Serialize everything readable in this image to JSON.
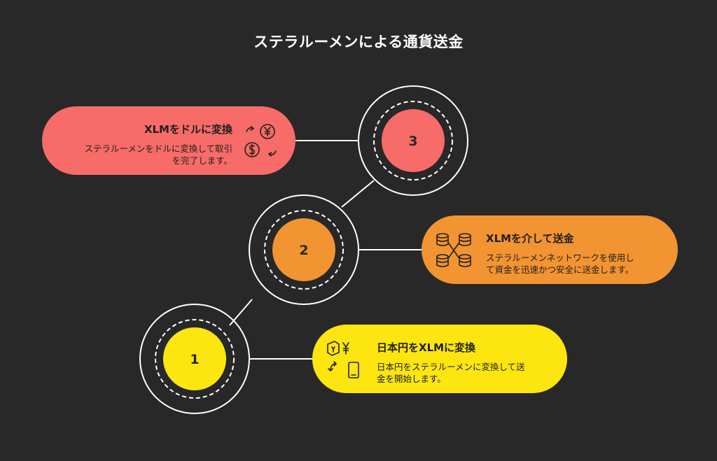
{
  "title": "ステラルーメンによる通貨送金",
  "colors": {
    "background": "#282828",
    "step1": "#fde60f",
    "step2": "#f29432",
    "step3": "#f76b68",
    "line": "#ffffff"
  },
  "steps": [
    {
      "number": "1",
      "heading": "日本円をXLMに変換",
      "description_line1": "日本円をステラルーメンに変換して送",
      "description_line2": "金を開始します。",
      "icon": "yen-to-phone-exchange-icon"
    },
    {
      "number": "2",
      "heading": "XLMを介して送金",
      "description_line1": "ステラルーメンネットワークを使用し",
      "description_line2": "て資金を迅速かつ安全に送金します。",
      "icon": "network-database-transfer-icon"
    },
    {
      "number": "3",
      "heading": "XLMをドルに変換",
      "description_line1": "ステラルーメンをドルに変換して取引",
      "description_line2": "を完了します。",
      "icon": "yen-dollar-exchange-icon"
    }
  ]
}
